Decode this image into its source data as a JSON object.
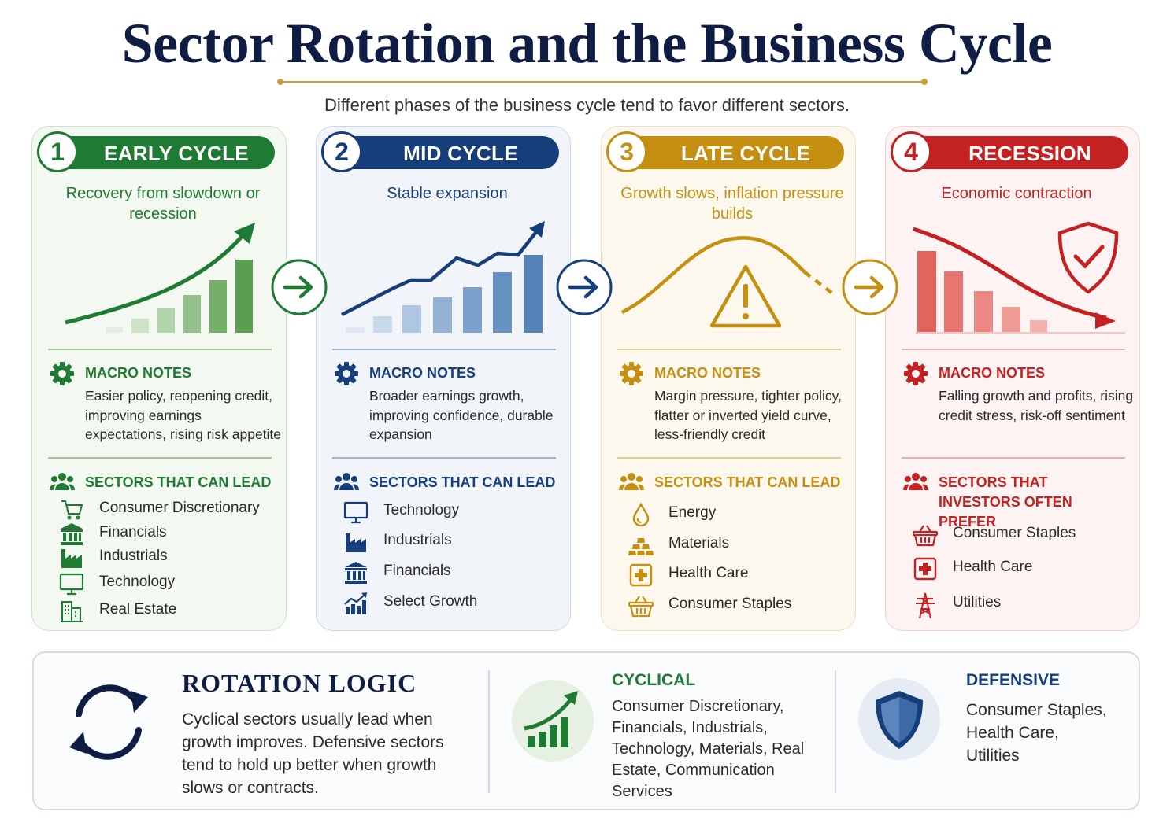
{
  "header": {
    "title": "Sector Rotation and the Business Cycle",
    "subtitle": "Different phases of the business cycle tend to favor different sectors."
  },
  "colors": {
    "early": "#1f7a33",
    "mid": "#163e7a",
    "late": "#c58f12",
    "recession": "#c42222",
    "navy": "#0f1d44"
  },
  "phases": [
    {
      "number": "1",
      "name": "EARLY CYCLE",
      "description": "Recovery from slowdown or recession",
      "macro_heading": "MACRO NOTES",
      "macro_text": "Easier policy, reopening credit, improving earnings expectations, rising risk appetite",
      "sectors_heading": "SECTORS THAT CAN LEAD",
      "sectors": [
        {
          "label": "Consumer Discretionary",
          "icon": "shopping-cart-icon"
        },
        {
          "label": "Financials",
          "icon": "bank-icon"
        },
        {
          "label": "Industrials",
          "icon": "factory-icon"
        },
        {
          "label": "Technology",
          "icon": "monitor-icon"
        },
        {
          "label": "Real Estate",
          "icon": "buildings-icon"
        }
      ]
    },
    {
      "number": "2",
      "name": "MID CYCLE",
      "description": "Stable expansion",
      "macro_heading": "MACRO NOTES",
      "macro_text": "Broader earnings growth, improving confidence, durable expansion",
      "sectors_heading": "SECTORS THAT CAN LEAD",
      "sectors": [
        {
          "label": "Technology",
          "icon": "monitor-icon"
        },
        {
          "label": "Industrials",
          "icon": "factory-icon"
        },
        {
          "label": "Financials",
          "icon": "bank-icon"
        },
        {
          "label": "Select Growth",
          "icon": "growth-chart-icon"
        }
      ]
    },
    {
      "number": "3",
      "name": "LATE CYCLE",
      "description": "Growth slows, inflation pressure builds",
      "macro_heading": "MACRO NOTES",
      "macro_text": "Margin pressure, tighter policy, flatter or inverted yield curve, less-friendly credit",
      "sectors_heading": "SECTORS THAT CAN LEAD",
      "sectors": [
        {
          "label": "Energy",
          "icon": "oil-drop-icon"
        },
        {
          "label": "Materials",
          "icon": "gold-bars-icon"
        },
        {
          "label": "Health Care",
          "icon": "medical-cross-icon"
        },
        {
          "label": "Consumer Staples",
          "icon": "basket-icon"
        }
      ]
    },
    {
      "number": "4",
      "name": "RECESSION",
      "description": "Economic contraction",
      "macro_heading": "MACRO NOTES",
      "macro_text": "Falling growth and profits, rising credit stress, risk-off sentiment",
      "sectors_heading": "SECTORS THAT INVESTORS OFTEN PREFER",
      "sectors": [
        {
          "label": "Consumer Staples",
          "icon": "basket-icon"
        },
        {
          "label": "Health Care",
          "icon": "medical-cross-icon"
        },
        {
          "label": "Utilities",
          "icon": "power-tower-icon"
        }
      ]
    }
  ],
  "rotation": {
    "title": "ROTATION LOGIC",
    "text": "Cyclical sectors usually lead when growth improves. Defensive sectors tend to hold up better when growth slows or contracts."
  },
  "cyclical": {
    "heading": "CYCLICAL",
    "text": "Consumer Discretionary, Financials, Industrials, Technology, Materials, Real Estate, Communication Services"
  },
  "defensive": {
    "heading": "DEFENSIVE",
    "text": "Consumer Staples, Health Care, Utilities"
  }
}
